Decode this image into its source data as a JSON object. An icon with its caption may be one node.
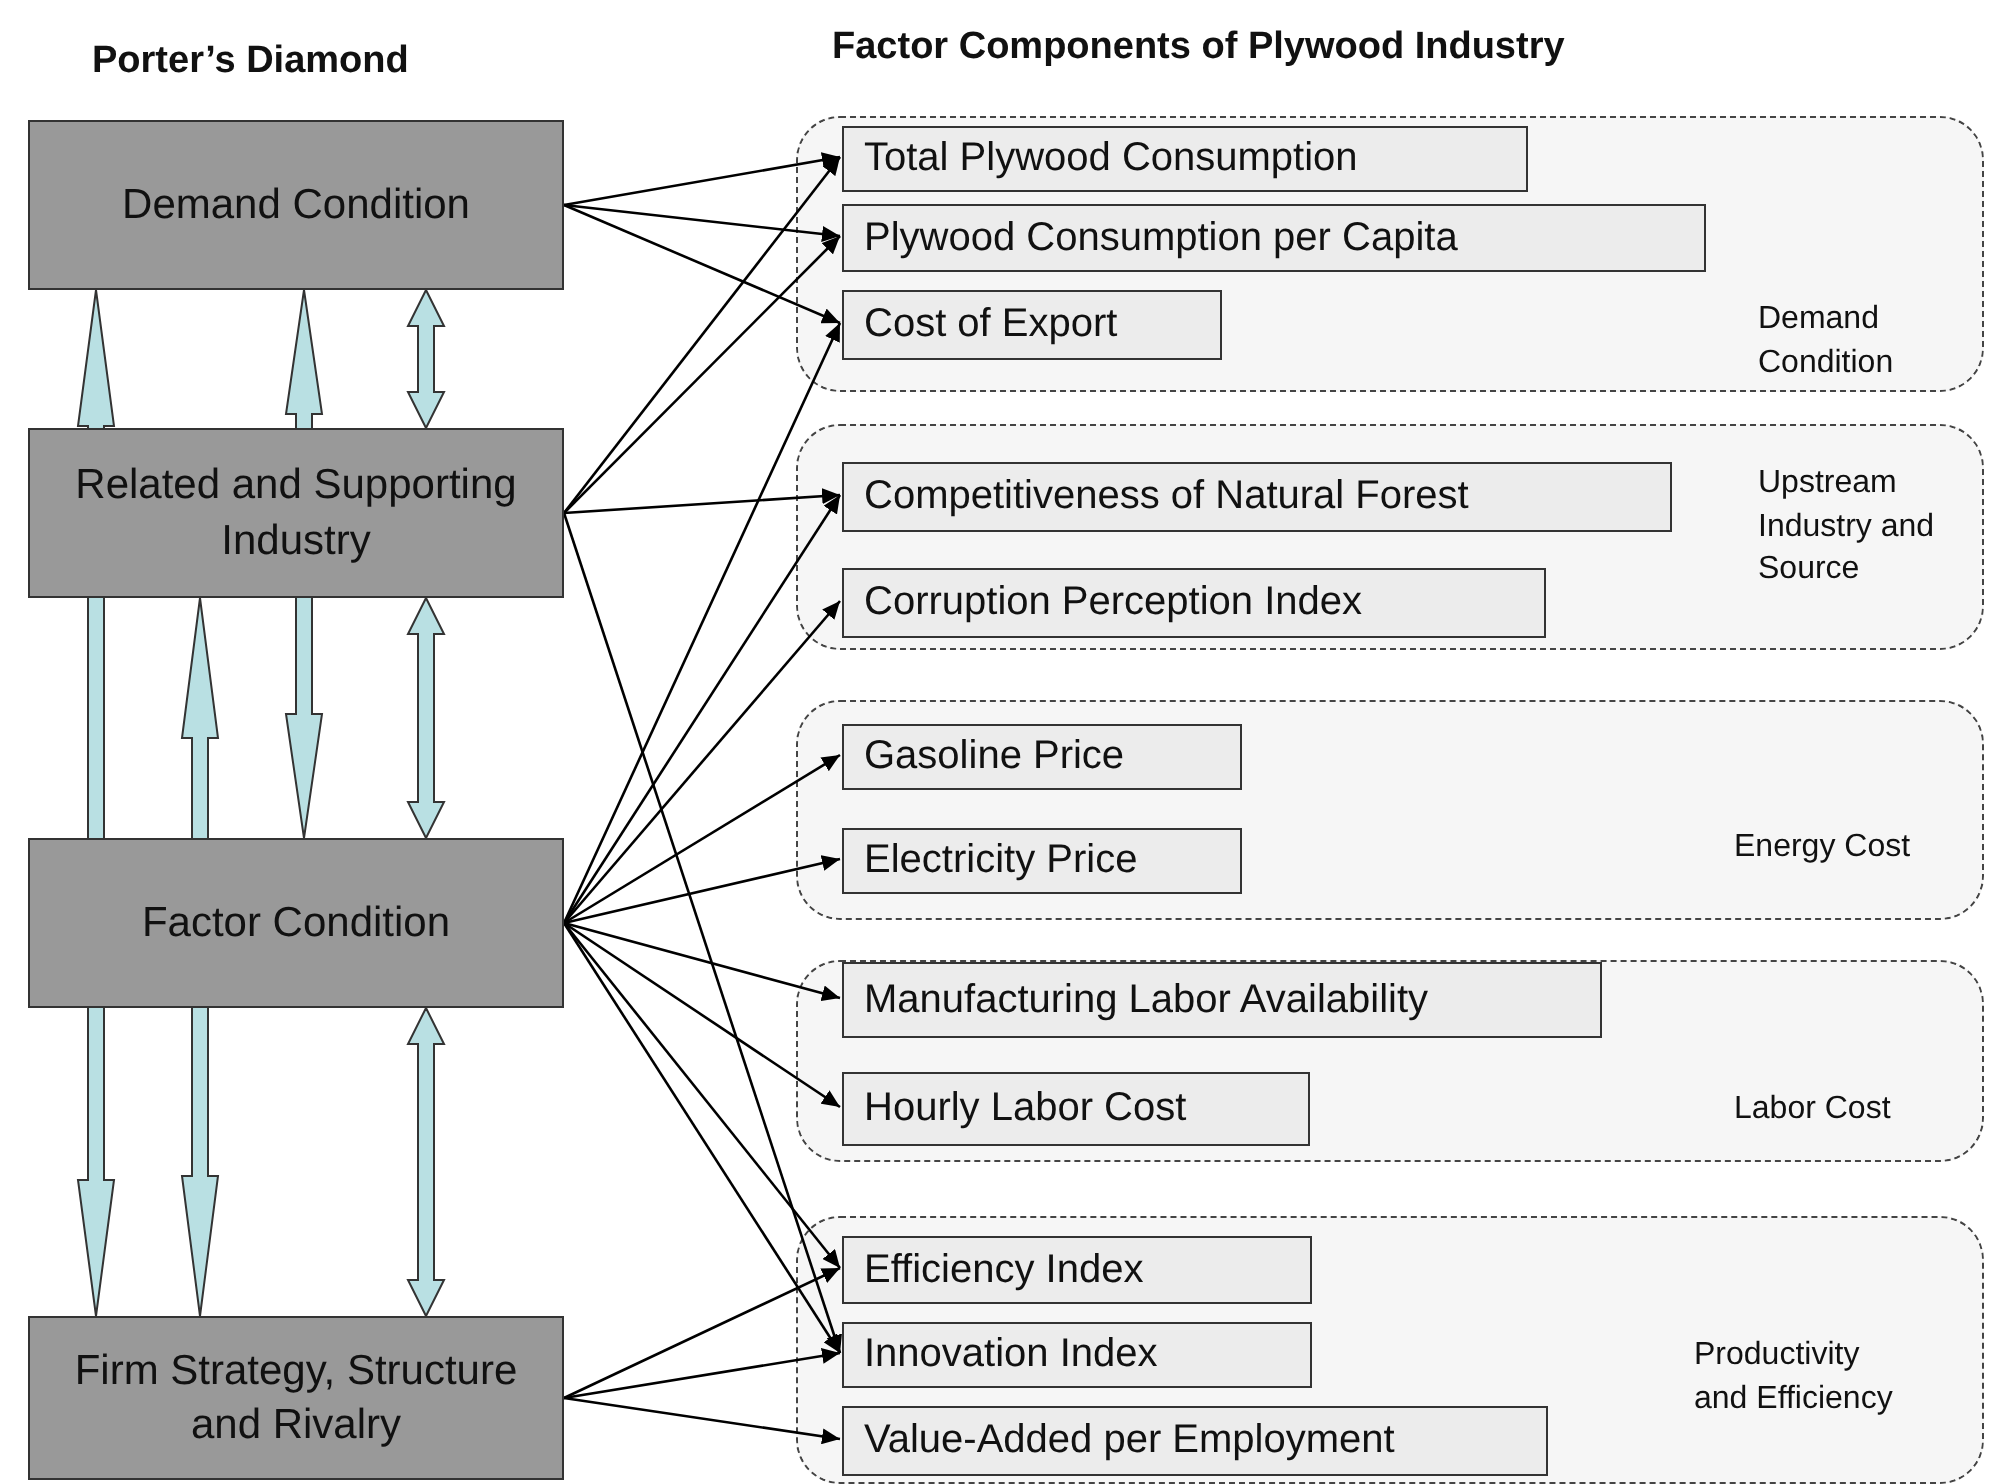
{
  "diagram": {
    "nodes": [
      {
        "text": [
          "Demand Condition"
        ]
      },
      {
        "text": [
          "Related and Supporting Industry"
        ]
      },
      {
        "text": [
          "Factor Condition"
        ]
      },
      {
        "text": [
          "Firm Strategy, Structure and Rivalry"
        ]
      },
      {
        "text": [
          "Demand Condition"
        ]
      },
      {
        "text": [
          "Total Plywood Consumption"
        ],
        "in": 4
      },
      {
        "text": [
          "Plywood Consumption per Capita"
        ],
        "in": 4
      },
      {
        "text": [
          "Cost of Export"
        ],
        "in": 4
      },
      {
        "text": [
          "Upstream Industry and Source"
        ]
      },
      {
        "text": [
          "Competitiveness of Natural Forest"
        ],
        "in": 8
      },
      {
        "text": [
          "Corruption Perception Index"
        ],
        "in": 8
      },
      {
        "text": [
          "Energy Cost"
        ]
      },
      {
        "text": [
          "Gasoline Price"
        ],
        "in": 11
      },
      {
        "text": [
          "Electricity Price"
        ],
        "in": 11
      },
      {
        "text": [
          "Labor Cost"
        ]
      },
      {
        "text": [
          "Manufacturing Labor Availability"
        ],
        "in": 14
      },
      {
        "text": [
          "Hourly Labor Cost"
        ],
        "in": 14
      },
      {
        "text": [
          "Productivity and Efficiency"
        ]
      },
      {
        "text": [
          "Efficiency Index"
        ],
        "in": 17
      },
      {
        "text": [
          "Innovation Index"
        ],
        "in": 17
      },
      {
        "text": [
          "Value-Added per Employment"
        ],
        "in": 17
      }
    ],
    "edges": [
      {
        "from": 0,
        "to": 1,
        "arrow": "both",
        "style": "thick",
        "color": "#b9e0e3"
      },
      {
        "from": 0,
        "to": 2,
        "arrow": "both",
        "style": "thick",
        "color": "#b9e0e3"
      },
      {
        "from": 0,
        "to": 3,
        "arrow": "both",
        "style": "thick",
        "color": "#b9e0e3"
      },
      {
        "from": 1,
        "to": 2,
        "arrow": "both",
        "style": "thick",
        "color": "#b9e0e3"
      },
      {
        "from": 1,
        "to": 3,
        "arrow": "both",
        "style": "thick",
        "color": "#b9e0e3"
      },
      {
        "from": 2,
        "to": 3,
        "arrow": "both",
        "style": "thick",
        "color": "#b9e0e3"
      },
      {
        "from": 0,
        "to": 5,
        "arrow": "to"
      },
      {
        "from": 0,
        "to": 6,
        "arrow": "to"
      },
      {
        "from": 0,
        "to": 7,
        "arrow": "to"
      },
      {
        "from": 1,
        "to": 5,
        "arrow": "to"
      },
      {
        "from": 1,
        "to": 6,
        "arrow": "to"
      },
      {
        "from": 1,
        "to": 9,
        "arrow": "to"
      },
      {
        "from": 1,
        "to": 19,
        "arrow": "to"
      },
      {
        "from": 2,
        "to": 7,
        "arrow": "to"
      },
      {
        "from": 2,
        "to": 9,
        "arrow": "to"
      },
      {
        "from": 2,
        "to": 10,
        "arrow": "to"
      },
      {
        "from": 2,
        "to": 12,
        "arrow": "to"
      },
      {
        "from": 2,
        "to": 13,
        "arrow": "to"
      },
      {
        "from": 2,
        "to": 15,
        "arrow": "to"
      },
      {
        "from": 2,
        "to": 16,
        "arrow": "to"
      },
      {
        "from": 2,
        "to": 18,
        "arrow": "to"
      },
      {
        "from": 2,
        "to": 19,
        "arrow": "to"
      },
      {
        "from": 3,
        "to": 18,
        "arrow": "to"
      },
      {
        "from": 3,
        "to": 19,
        "arrow": "to"
      },
      {
        "from": 3,
        "to": 20,
        "arrow": "to"
      }
    ],
    "labels": [
      "Porter’s Diamond",
      "Factor Components of Plywood Industry"
    ]
  }
}
